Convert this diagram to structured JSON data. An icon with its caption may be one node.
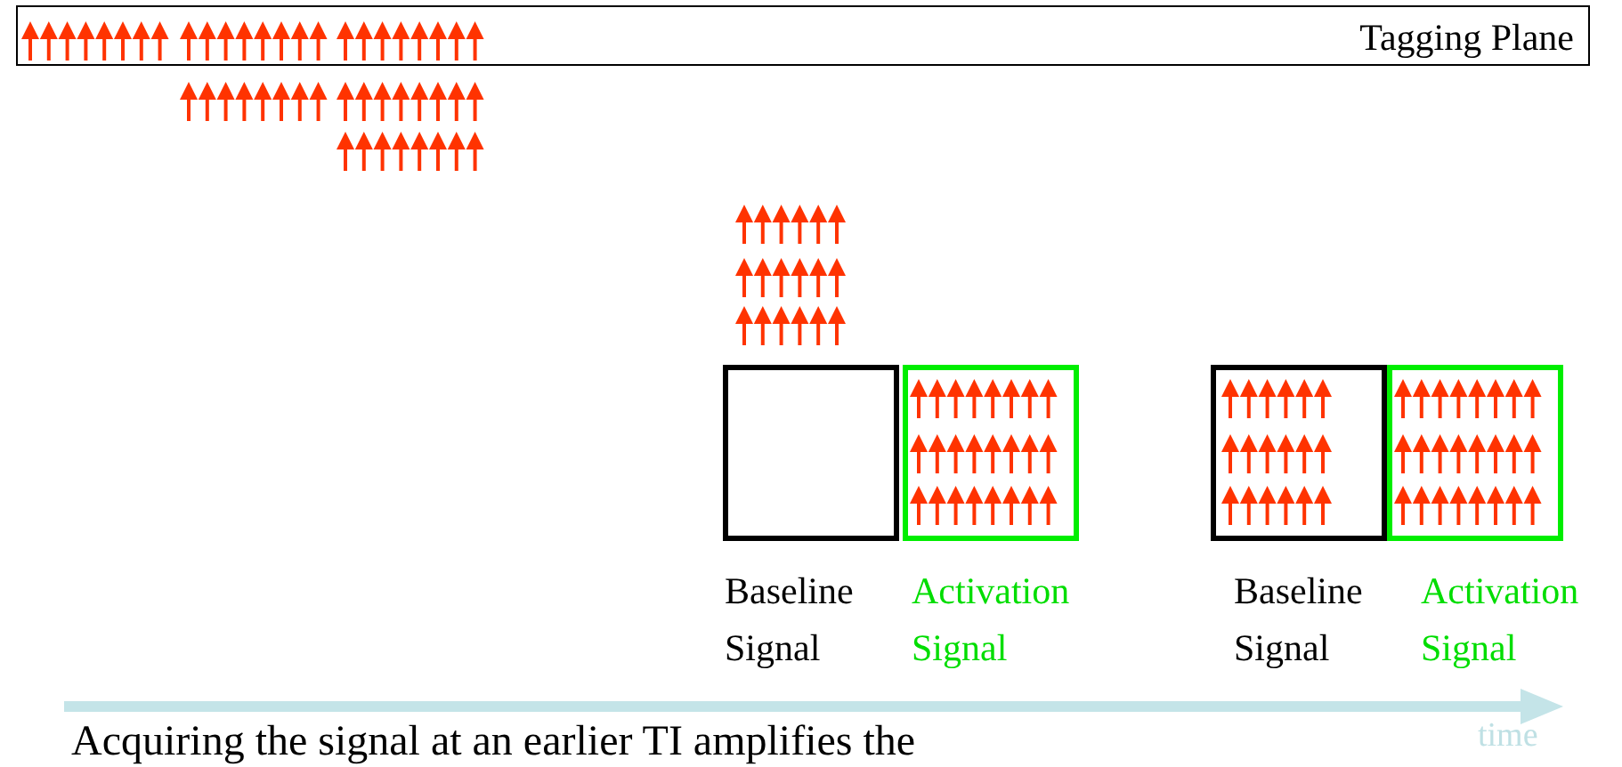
{
  "diagram": {
    "nodes": [
      {
        "text": [
          "Tagging Plane"
        ]
      },
      {
        "text": [
          "Baseline Signal"
        ]
      },
      {
        "text": [
          "Activation Signal"
        ]
      },
      {
        "text": [
          "Baseline Signal"
        ]
      },
      {
        "text": [
          "Activation Signal"
        ]
      }
    ],
    "labels": [
      "time",
      "Acquiring the signal at an earlier TI amplifies the"
    ]
  }
}
